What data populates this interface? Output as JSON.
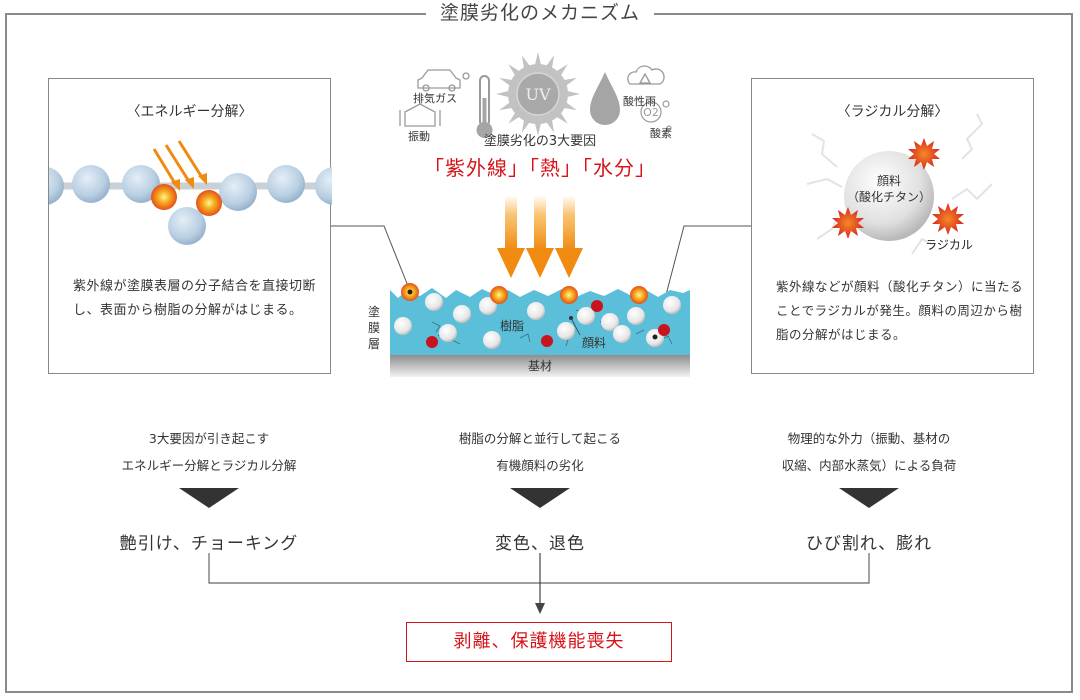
{
  "title": "塗膜劣化のメカニズム",
  "colors": {
    "accent_red": "#d7141a",
    "coating_blue": "#5bbfd9",
    "arrow_orange": "#f39a1e",
    "radical_red": "#c8141e",
    "frame_gray": "#8a8a8a"
  },
  "energy_box": {
    "title": "〈エネルギー分解〉",
    "text": "紫外線が塗膜表層の分子結合を直接切断し、表面から樹脂の分解がはじまる。"
  },
  "radical_box": {
    "title": "〈ラジカル分解〉",
    "pigment_label_1": "顔料",
    "pigment_label_2": "（酸化チタン）",
    "radical_label": "ラジカル",
    "text": "紫外線などが顔料（酸化チタン）に当たることでラジカルが発生。顔料の周辺から樹脂の分解がはじまる。"
  },
  "factors": {
    "icons": {
      "exhaust": "排気ガス",
      "vibration": "振動",
      "acid_rain": "酸性雨",
      "oxygen": "酸素",
      "uv": "UV",
      "o2": "O2"
    },
    "caption": "塗膜劣化の3大要因",
    "main": "「紫外線」「熱」「水分」"
  },
  "cross_section": {
    "layer_label": "塗膜層",
    "resin": "樹脂",
    "pigment": "顔料",
    "substrate": "基材"
  },
  "columns": [
    {
      "desc_1": "3大要因が引き起こす",
      "desc_2": "エネルギー分解とラジカル分解",
      "result": "艶引け、チョーキング"
    },
    {
      "desc_1": "樹脂の分解と並行して起こる",
      "desc_2": "有機顔料の劣化",
      "result": "変色、退色"
    },
    {
      "desc_1": "物理的な外力（振動、基材の",
      "desc_2": "収縮、内部水蒸気）による負荷",
      "result": "ひび割れ、膨れ"
    }
  ],
  "final_result": "剥離、保護機能喪失"
}
